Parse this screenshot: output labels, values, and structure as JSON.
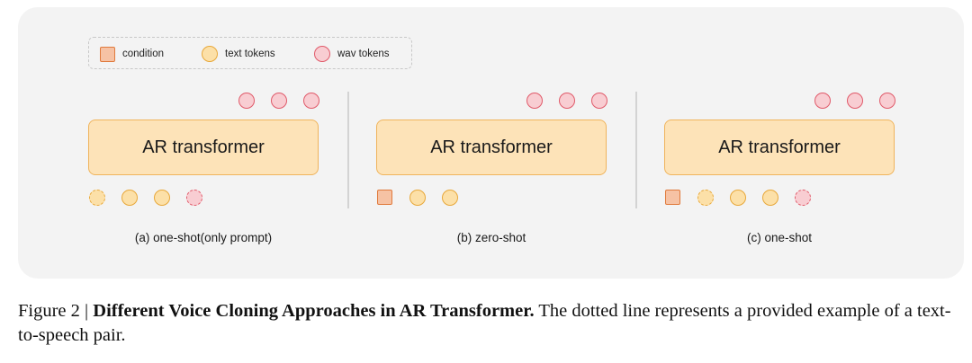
{
  "legend": {
    "items": [
      {
        "label": "condition",
        "shape": "square"
      },
      {
        "label": "text tokens",
        "shape": "circle"
      },
      {
        "label": "wav tokens",
        "shape": "circle"
      }
    ]
  },
  "colors": {
    "condition_fill": "#f6c2a4",
    "condition_border": "#e07a3c",
    "text_fill": "#fce0a8",
    "text_border": "#e8a83a",
    "wav_fill": "#f8cdd2",
    "wav_border": "#e05a6a",
    "box_fill": "#fde3b8",
    "box_border": "#f0b45c",
    "panel_bg": "#f3f3f3"
  },
  "panels": [
    {
      "box_label": "AR transformer",
      "caption": "(a) one-shot(only prompt)",
      "outputs": [
        "wav",
        "wav",
        "wav"
      ],
      "inputs": [
        "text-dashed",
        "text",
        "text",
        "wav-dashed"
      ]
    },
    {
      "box_label": "AR transformer",
      "caption": "(b) zero-shot",
      "outputs": [
        "wav",
        "wav",
        "wav"
      ],
      "inputs": [
        "condition",
        "text",
        "text"
      ]
    },
    {
      "box_label": "AR transformer",
      "caption": "(c) one-shot",
      "outputs": [
        "wav",
        "wav",
        "wav"
      ],
      "inputs": [
        "condition",
        "text-dashed",
        "text",
        "text",
        "wav-dashed"
      ]
    }
  ],
  "figure_caption": {
    "prefix": "Figure 2 | ",
    "title": "Different Voice Cloning Approaches in AR Transformer.",
    "body": " The dotted line represents a provided example of a text-to-speech pair."
  }
}
